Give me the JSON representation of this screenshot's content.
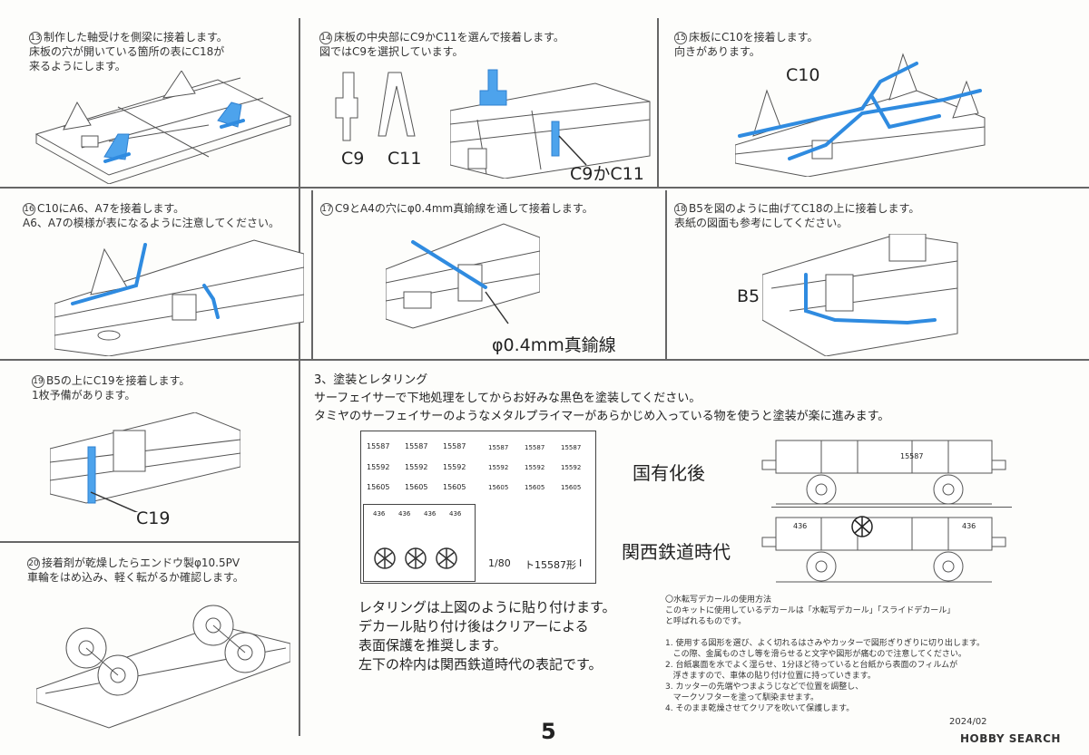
{
  "steps": {
    "s13": {
      "num": "13",
      "text": "制作した軸受けを側梁に接着します。\n床板の穴が開いている箇所の表にC18が\n来るようにします。"
    },
    "s14": {
      "num": "14",
      "text": "床板の中央部にC9かC11を選んで接着します。\n図ではC9を選択しています。"
    },
    "s15": {
      "num": "15",
      "text": "床板にC10を接着します。\n向きがあります。"
    },
    "s16": {
      "num": "16",
      "text": "C10にA6、A7を接着します。\nA6、A7の模様が表になるように注意してください。"
    },
    "s17": {
      "num": "17",
      "text": "C9とA4の穴にφ0.4mm真鍮線を通して接着します。"
    },
    "s18": {
      "num": "18",
      "text": "B5を図のように曲げてC18の上に接着します。\n表紙の図面も参考にしてください。"
    },
    "s19": {
      "num": "19",
      "text": "B5の上にC19を接着します。\n1枚予備があります。"
    },
    "s20": {
      "num": "20",
      "text": "接着剤が乾燥したらエンドウ製φ10.5PV\n車輪をはめ込み、軽く転がるか確認します。"
    }
  },
  "labels": {
    "c9": "C9",
    "c11": "C11",
    "c9orc11": "C9かC11",
    "c10": "C10",
    "wire": "φ0.4mm真鍮線",
    "b5": "B5",
    "c19": "C19"
  },
  "section3": {
    "title": "3、塗装とレタリング",
    "line1": "サーフェイサーで下地処理をしてからお好みな黒色を塗装してください。",
    "line2": "タミヤのサーフェイサーのようなメタルプライマーがあらかじめ入っている物を使うと塗装が楽に進みます。"
  },
  "decal": {
    "numbers": [
      "15587",
      "15587",
      "15587",
      "15592",
      "15592",
      "15592",
      "15605",
      "15605",
      "15605"
    ],
    "small": [
      "15587",
      "15587",
      "15587",
      "15592",
      "15592",
      "15592",
      "15605",
      "15605",
      "15605"
    ],
    "kansai": [
      "436",
      "436",
      "436",
      "436"
    ],
    "scale": "1/80",
    "model": "ト15587形",
    "sheet": "I"
  },
  "eras": {
    "nationalized": "国有化後",
    "kansai": "関西鉄道時代"
  },
  "car": {
    "number_nat": "15587",
    "number_kan_left": "436",
    "number_kan_right": "436"
  },
  "lettering_note": "レタリングは上図のように貼り付けます。\nデカール貼り付け後はクリアーによる\n表面保護を推奨します。\n左下の枠内は関西鉄道時代の表記です。",
  "decal_howto": "〇水転写デカールの使用方法\nこのキットに使用しているデカールは「水転写デカール」「スライドデカール」\nと呼ばれるものです。\n\n1. 使用する図形を選び、よく切れるはさみやカッターで図形ぎりぎりに切り出します。\n   この際、金属ものさし等を滑らせると文字や図形が痛むので注意してください。\n2. 台紙裏面を水でよく湿らせ、1分ほど待っていると台紙から表面のフィルムが\n   浮きますので、車体の貼り付け位置に持っていきます。\n3. カッターの先端やつまようじなどで位置を調整し、\n   マークソフターを塗って馴染ませます。\n4. そのまま乾燥させてクリアを吹いて保護します。",
  "page_number": "5",
  "date": "2024/02",
  "watermark": "HOBBY SEARCH",
  "colors": {
    "part_highlight": "#3d95e6",
    "ink": "#555555"
  }
}
